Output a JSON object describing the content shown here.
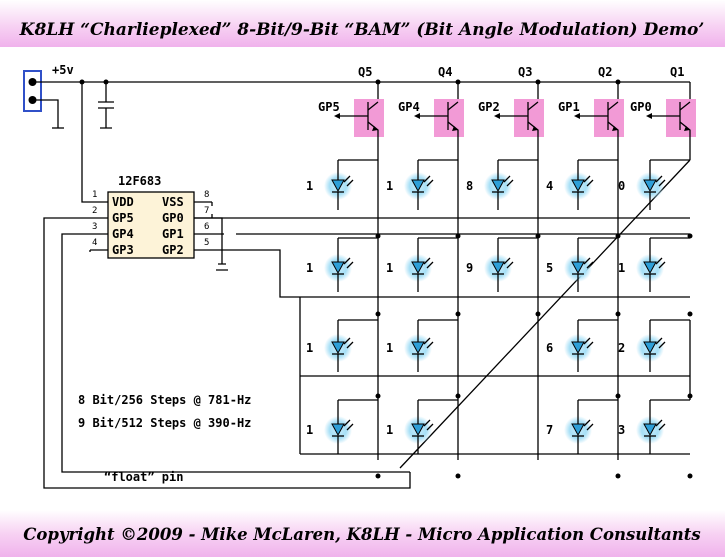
{
  "title": "K8LH “Charlieplexed” 8-Bit/9-Bit “BAM” (Bit Angle Modulation) Demo’",
  "footer": "Copyright ©2009 - Mike McLaren, K8LH - Micro Application Consultants",
  "supply_label": "+5v",
  "chip": {
    "name": "12F683",
    "left_pins": [
      {
        "num": "1",
        "name": "VDD"
      },
      {
        "num": "2",
        "name": "GP5"
      },
      {
        "num": "3",
        "name": "GP4"
      },
      {
        "num": "4",
        "name": "GP3"
      }
    ],
    "right_pins": [
      {
        "num": "8",
        "name": "VSS"
      },
      {
        "num": "7",
        "name": "GP0"
      },
      {
        "num": "6",
        "name": "GP1"
      },
      {
        "num": "5",
        "name": "GP2"
      }
    ]
  },
  "transistors": [
    {
      "q": "Q5",
      "gp": "GP5"
    },
    {
      "q": "Q4",
      "gp": "GP4"
    },
    {
      "q": "Q3",
      "gp": "GP2"
    },
    {
      "q": "Q2",
      "gp": "GP1"
    },
    {
      "q": "Q1",
      "gp": "GP0"
    }
  ],
  "led_rows": [
    [
      "1",
      "1",
      "8",
      "4",
      "0"
    ],
    [
      "1",
      "1",
      "9",
      "5",
      "1"
    ],
    [
      "1",
      "1",
      "",
      "6",
      "2"
    ],
    [
      "1",
      "1",
      "",
      "7",
      "3"
    ]
  ],
  "notes": [
    "8 Bit/256 Steps @ 781-Hz",
    "9 Bit/512 Steps @ 390-Hz"
  ],
  "float_label": "“float” pin",
  "colors": {
    "header_gradient_top": "#f4c0f0",
    "transistor_fill": "#f29ad6",
    "led_fill": "#2e9fd8",
    "led_glow": "#9fdcf7",
    "chip_fill": "#fdf3d8",
    "connector": "#3050c8"
  }
}
